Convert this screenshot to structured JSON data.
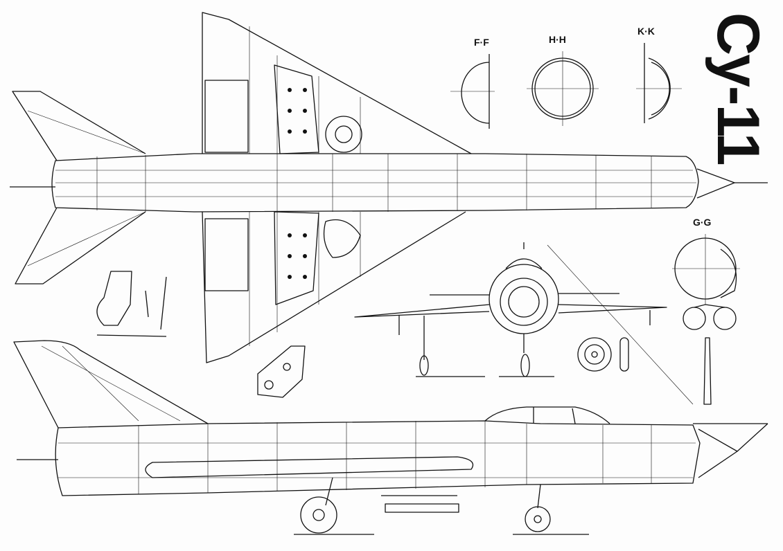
{
  "title": "Су-11",
  "sections": [
    {
      "id": "ff",
      "label": "F·F"
    },
    {
      "id": "hh",
      "label": "H·H"
    },
    {
      "id": "kk",
      "label": "K·K"
    },
    {
      "id": "gg",
      "label": "G·G"
    }
  ],
  "colors": {
    "ink": "#111111",
    "paper": "#fdfdfd"
  }
}
